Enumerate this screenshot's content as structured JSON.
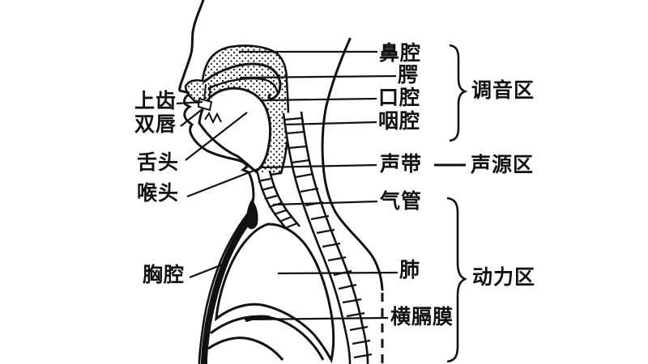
{
  "diagram": {
    "kind": "vocal-tract-anatomy",
    "background": "#ffffff",
    "line_color": "#111111"
  },
  "left_labels": [
    {
      "id": "upper-teeth",
      "text": "上齿"
    },
    {
      "id": "lips",
      "text": "双唇"
    },
    {
      "id": "tongue",
      "text": "舌头"
    },
    {
      "id": "larynx",
      "text": "喉头"
    },
    {
      "id": "chest-cavity",
      "text": "胸腔"
    }
  ],
  "right_labels": [
    {
      "id": "nasal-cavity",
      "text": "鼻腔"
    },
    {
      "id": "palate",
      "text": "腭"
    },
    {
      "id": "oral-cavity",
      "text": "口腔"
    },
    {
      "id": "pharynx",
      "text": "咽腔"
    },
    {
      "id": "vocal-cords",
      "text": "声带"
    },
    {
      "id": "trachea",
      "text": "气管"
    },
    {
      "id": "lung",
      "text": "肺"
    },
    {
      "id": "diaphragm",
      "text": "横膈膜"
    }
  ],
  "zone_labels": [
    {
      "id": "articulation-zone",
      "text": "调音区"
    },
    {
      "id": "sound-source-zone",
      "text": "声源区"
    },
    {
      "id": "power-zone",
      "text": "动力区"
    }
  ]
}
